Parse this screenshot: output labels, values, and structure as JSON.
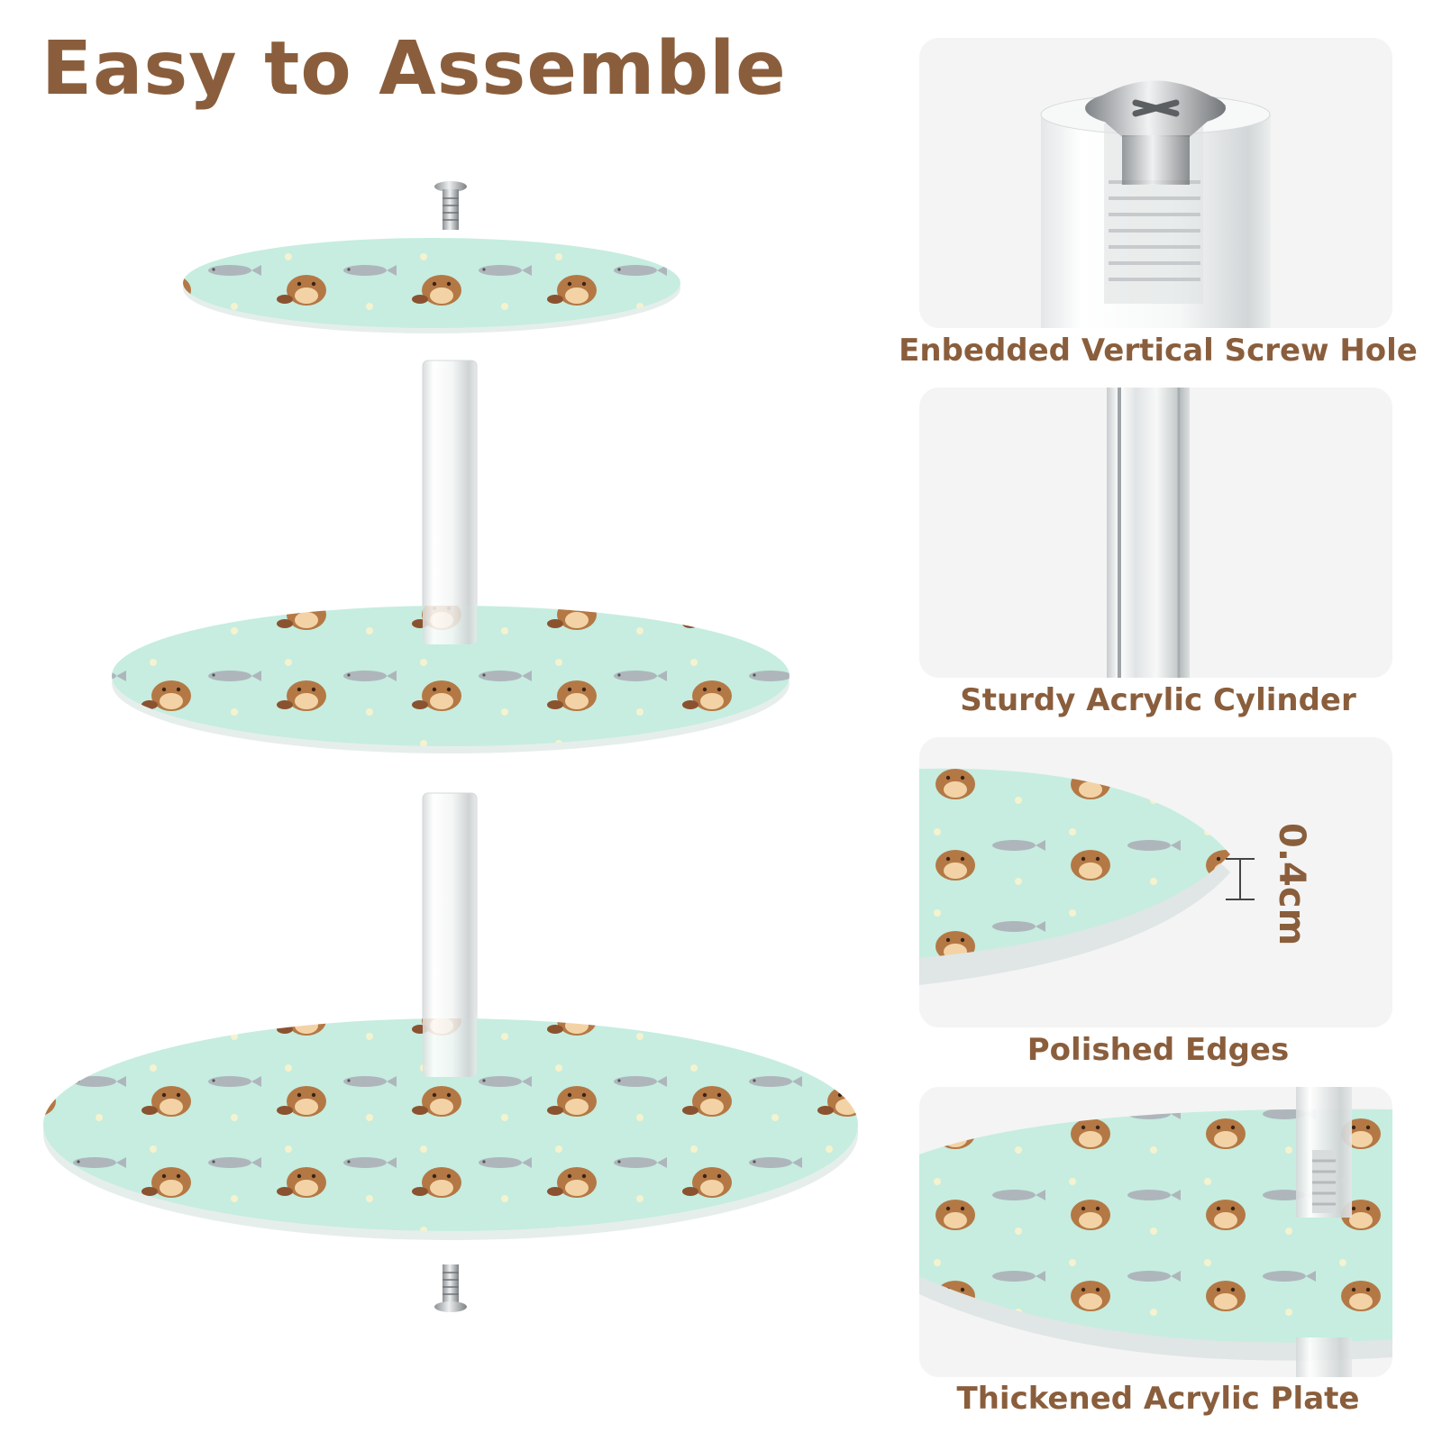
{
  "title": "Easy to Assemble",
  "features": [
    {
      "caption": "Enbedded Vertical Screw Hole",
      "icon": "screw-in-cylinder-icon"
    },
    {
      "caption": "Sturdy Acrylic Cylinder",
      "icon": "acrylic-cylinder-icon"
    },
    {
      "caption": "Polished Edges",
      "icon": "plate-edge-icon"
    },
    {
      "caption": "Thickened Acrylic Plate",
      "icon": "plate-with-rod-icon"
    }
  ],
  "thickness_label": "0.4cm",
  "colors": {
    "brand_brown": "#8a5e3c",
    "plate_mint": "#c6ede0",
    "beaver_brown": "#b47845",
    "fish_grey": "#aeb6bc"
  }
}
